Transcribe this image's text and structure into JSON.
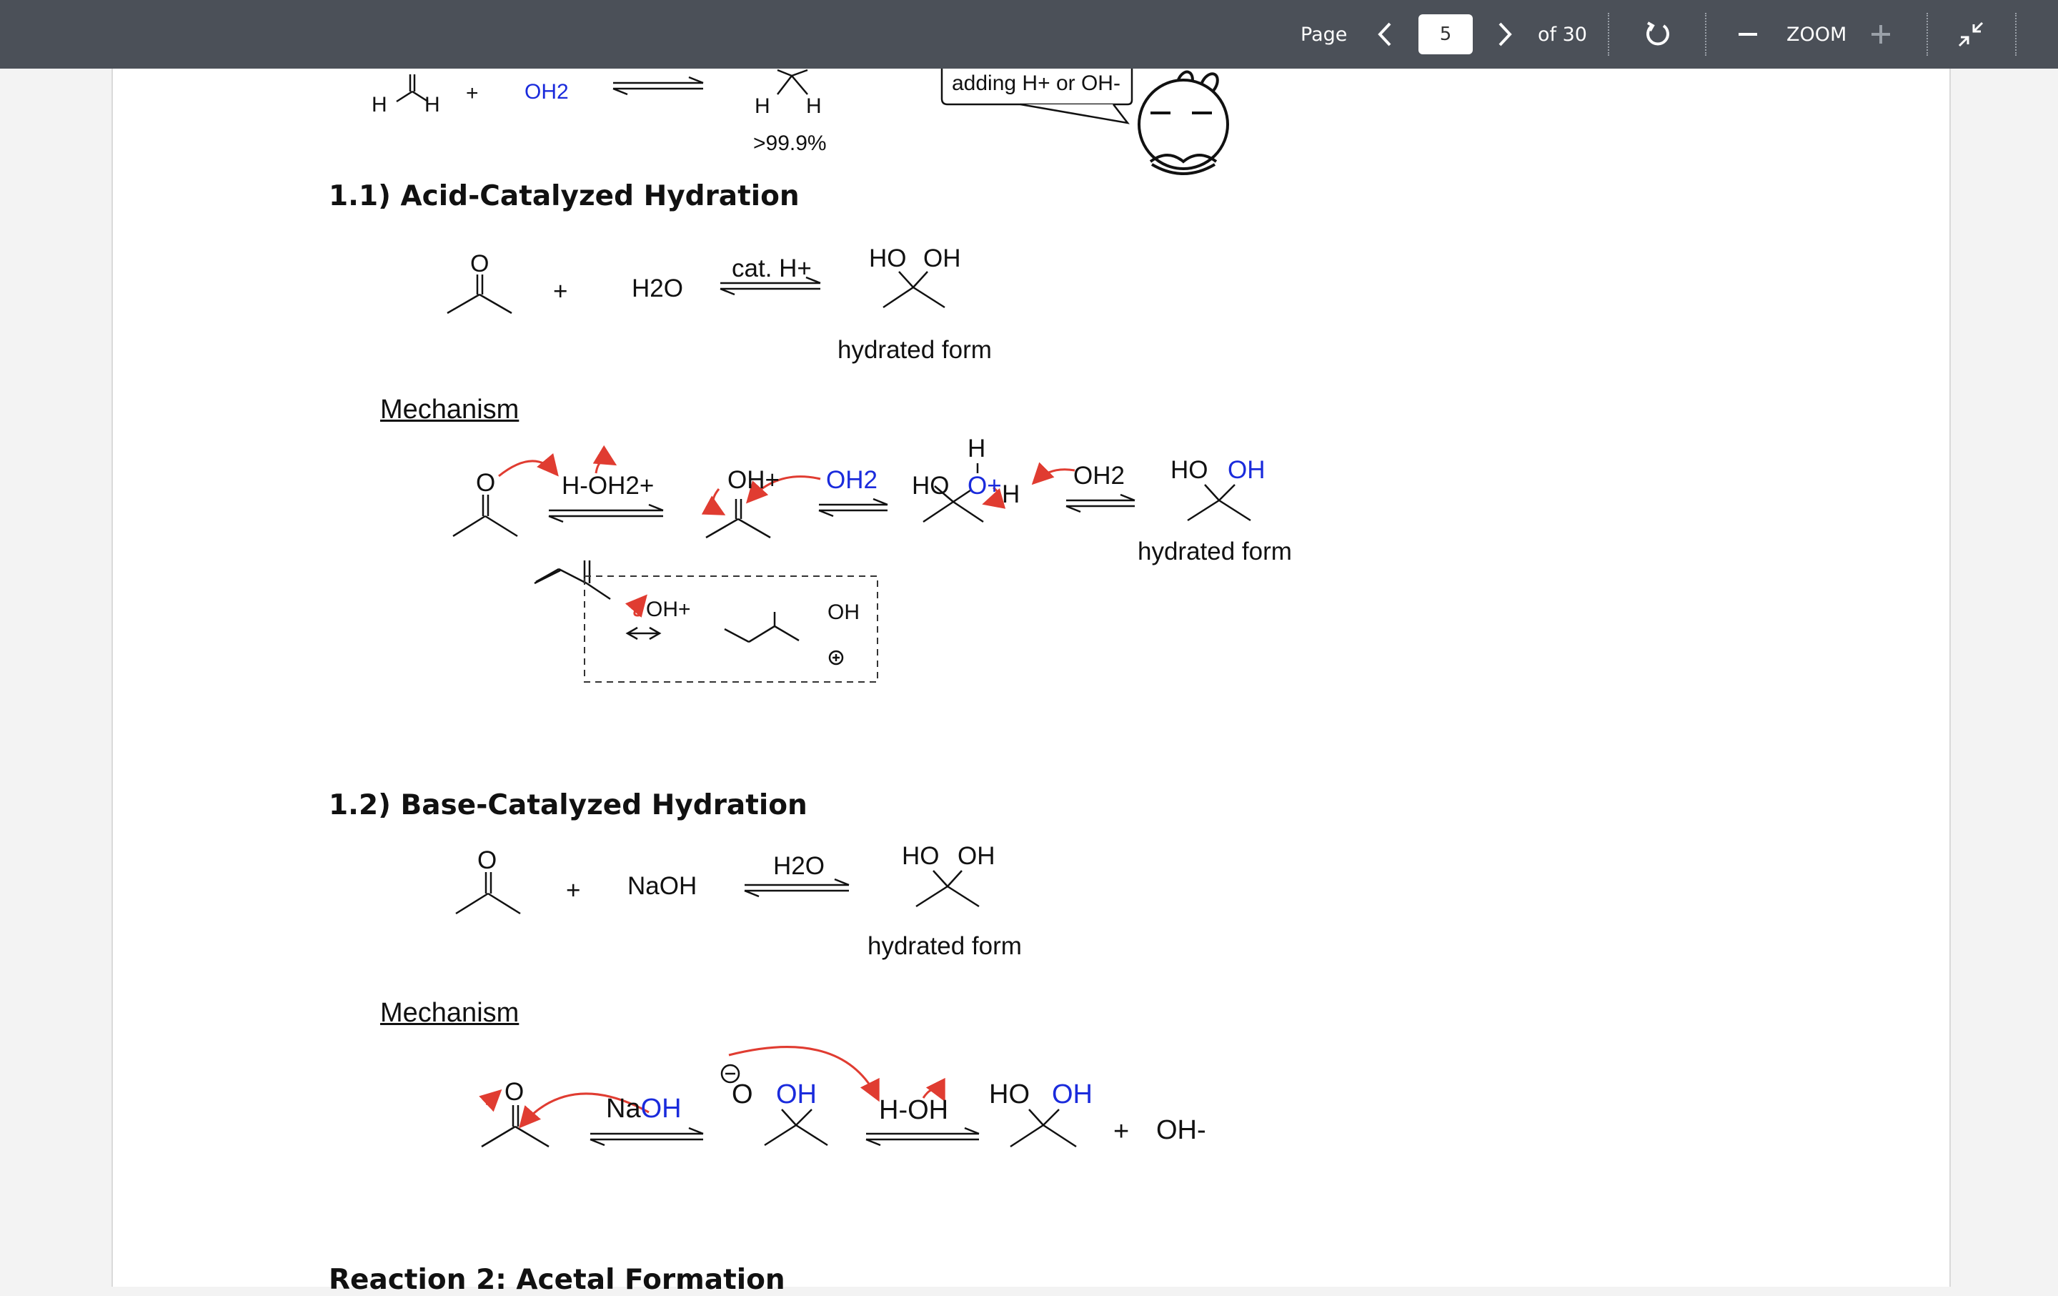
{
  "toolbar": {
    "page_label": "Page",
    "current_page": "5",
    "of_total": "of 30",
    "zoom_label": "ZOOM",
    "icons": [
      "chevron-left-icon",
      "chevron-right-icon",
      "rotate-icon",
      "zoom-out-icon",
      "zoom-in-icon",
      "collapse-icon"
    ]
  },
  "document": {
    "top": {
      "plus": "+",
      "water": "OH2",
      "h_left": "H",
      "h_right": "H",
      "h_left2": "H",
      "h_right2": "H",
      "percent": ">99.9%",
      "callout": "adding H+ or OH-"
    },
    "section_acid": {
      "heading": "1.1) Acid-Catalyzed Hydration",
      "plus": "+",
      "reagent": "H2O",
      "catalyst": "cat. H+",
      "product_ho": "HO",
      "product_oh": "OH",
      "product_label": "hydrated form",
      "mechanism_label": "Mechanism",
      "mech": {
        "ketone_o": "O",
        "hydronium": "H-OH2+",
        "oxonium": "OH+",
        "water": "OH2",
        "int_ho": "HO",
        "int_o": "O+",
        "int_h_top": "H",
        "int_h_right": "H",
        "water2": "OH2",
        "prod_ho": "HO",
        "prod_oh": "OH",
        "prod_label": "hydrated form",
        "res_left": "OH+",
        "res_right": "OH"
      }
    },
    "section_base": {
      "heading": "1.2) Base-Catalyzed Hydration",
      "plus": "+",
      "reagent": "NaOH",
      "solvent": "H2O",
      "product_ho": "HO",
      "product_oh": "OH",
      "product_label": "hydrated form",
      "mechanism_label": "Mechanism",
      "mech": {
        "ketone_o": "O",
        "naoh_na": "Na",
        "naoh_oh": "OH",
        "alkoxide_o": "O",
        "alkoxide_oh": "OH",
        "water": "H-OH",
        "prod_ho": "HO",
        "prod_oh": "OH",
        "plus": "+",
        "hydroxide": "OH-"
      }
    },
    "next_heading_partial": "Reaction 2: Acetal Formation"
  },
  "colors": {
    "toolbar_bg": "#4b5058",
    "arrow_red": "#e03c31",
    "accent_blue": "#1a2bdc"
  }
}
